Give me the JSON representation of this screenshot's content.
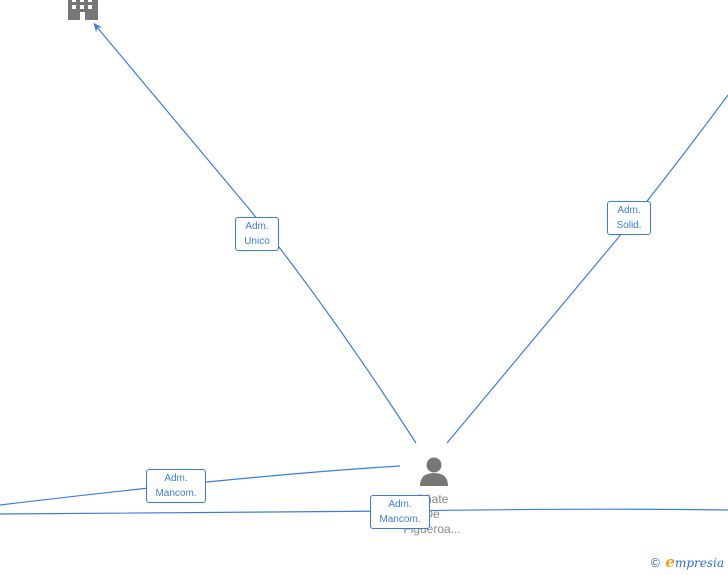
{
  "edges": [
    {
      "label_line1": "Adm.",
      "label_line2": "Unico"
    },
    {
      "label_line1": "Adm.",
      "label_line2": "Solid."
    },
    {
      "label_line1": "Adm.",
      "label_line2": "Mancom."
    },
    {
      "label_line1": "Adm.",
      "label_line2": "Mancom."
    }
  ],
  "person_node": {
    "name_line1": "Oñate",
    "name_line2": "De",
    "name_line3": "Figueroa..."
  },
  "company_node": {
    "icon": "building-icon"
  },
  "watermark": {
    "copyright": "©",
    "brand_initial": "e",
    "brand_rest": "mpresia"
  },
  "colors": {
    "edge": "#3b7ddd",
    "node_icon": "#777777",
    "text": "#888888"
  }
}
